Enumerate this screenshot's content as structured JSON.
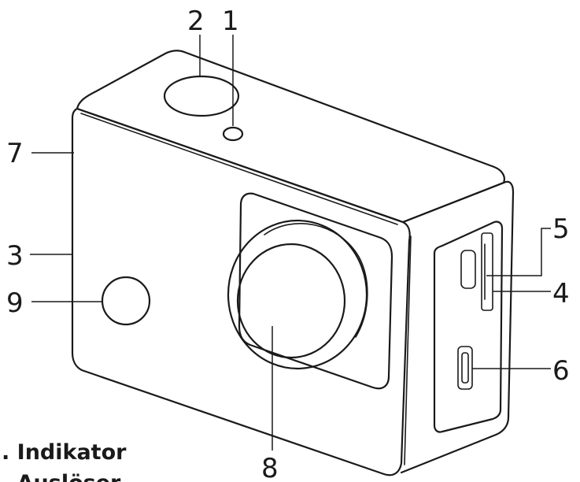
{
  "callouts": [
    {
      "id": "1",
      "label": "1"
    },
    {
      "id": "2",
      "label": "2"
    },
    {
      "id": "3",
      "label": "3"
    },
    {
      "id": "4",
      "label": "4"
    },
    {
      "id": "5",
      "label": "5"
    },
    {
      "id": "6",
      "label": "6"
    },
    {
      "id": "7",
      "label": "7"
    },
    {
      "id": "8",
      "label": "8"
    },
    {
      "id": "9",
      "label": "9"
    }
  ],
  "legend": [
    {
      "text": ". Indikator"
    },
    {
      "text": ". Auslöser"
    }
  ]
}
